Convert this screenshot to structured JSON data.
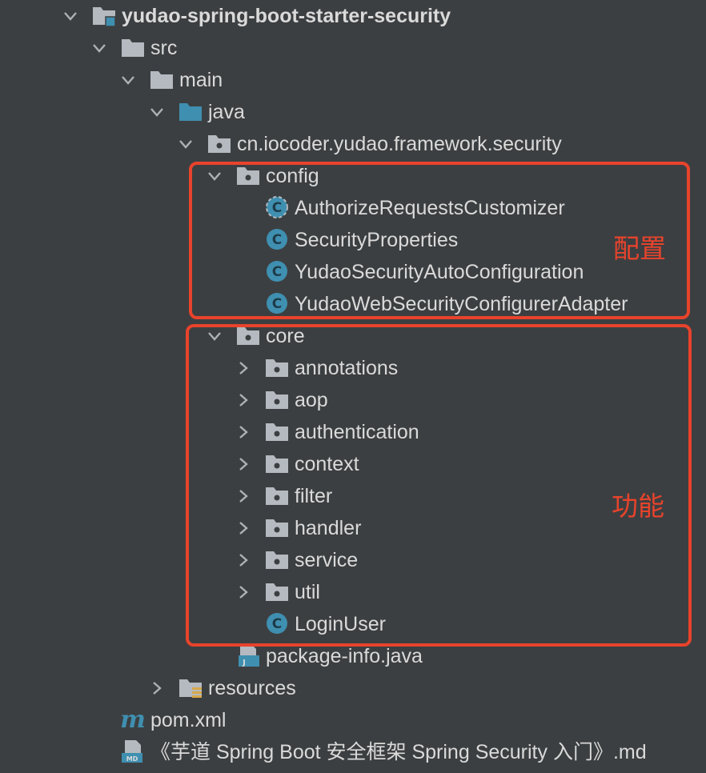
{
  "tree": {
    "module": "yudao-spring-boot-starter-security",
    "src": "src",
    "main": "main",
    "java": "java",
    "package": "cn.iocoder.yudao.framework.security",
    "config": {
      "name": "config",
      "classes": [
        "AuthorizeRequestsCustomizer",
        "SecurityProperties",
        "YudaoSecurityAutoConfiguration",
        "YudaoWebSecurityConfigurerAdapter"
      ]
    },
    "core": {
      "name": "core",
      "packages": [
        "annotations",
        "aop",
        "authentication",
        "context",
        "filter",
        "handler",
        "service",
        "util"
      ],
      "class": "LoginUser"
    },
    "package_info": "package-info.java",
    "resources": "resources",
    "pom": "pom.xml",
    "readme": "《芋道 Spring Boot 安全框架 Spring Security 入门》.md"
  },
  "annotations": {
    "config_note": "配置",
    "core_note": "功能"
  },
  "icons": {
    "module": "module-folder-icon",
    "folder": "folder-icon",
    "source_folder": "source-folder-icon",
    "package": "package-icon",
    "class": "class-icon",
    "abstract_class": "abstract-class-icon",
    "java_file": "java-file-icon",
    "resources_folder": "resources-folder-icon",
    "maven": "maven-icon",
    "markdown": "markdown-icon"
  },
  "colors": {
    "background": "#3c3f41",
    "text": "#dadada",
    "annotation": "#e8432c",
    "class_icon": "#3f8fb0",
    "folder_icon": "#b4bac0",
    "source_folder_icon": "#3f8fb0"
  }
}
